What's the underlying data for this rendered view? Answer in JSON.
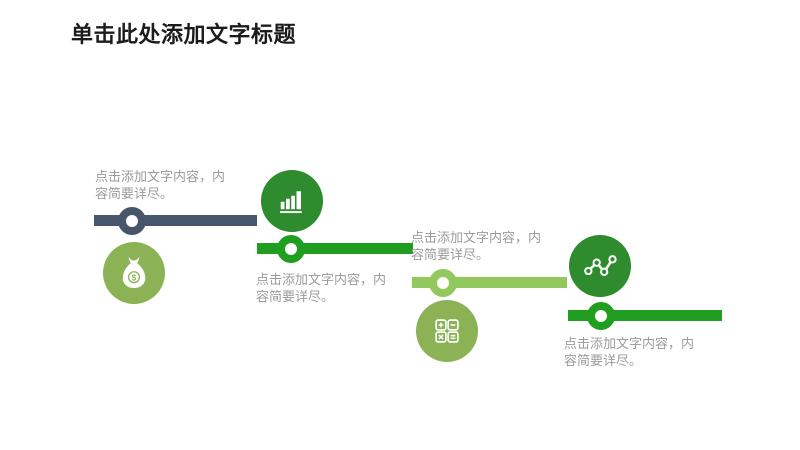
{
  "slide": {
    "title": "单击此处添加文字标题"
  },
  "palette": {
    "background": "#ffffff",
    "title_color": "#1c1c1c",
    "caption_gray": "#9b9b9b",
    "slate": "#47566a",
    "bright_green": "#1f9e1f",
    "dark_green": "#2e8b2e",
    "olive_green": "#8bb356",
    "light_green": "#92c85e"
  },
  "glyphs": {
    "dollar": "$"
  },
  "steps": [
    {
      "icon": "money-bag-icon",
      "caption": "点击添加文字内容，内\n容简要详尽。",
      "bar_color": "#47566a",
      "circle_color": "#8bb356"
    },
    {
      "icon": "bar-chart-icon",
      "caption": "点击添加文字内容，内\n容简要详尽。",
      "bar_color": "#1f9e1f",
      "circle_color": "#2e8b2e"
    },
    {
      "icon": "calculator-icon",
      "caption": "点击添加文字内容，内\n容简要详尽。",
      "bar_color": "#92c85e",
      "circle_color": "#8bb356"
    },
    {
      "icon": "line-chart-icon",
      "caption": "点击添加文字内容，内\n容简要详尽。",
      "bar_color": "#1f9e1f",
      "circle_color": "#2e8b2e"
    }
  ]
}
